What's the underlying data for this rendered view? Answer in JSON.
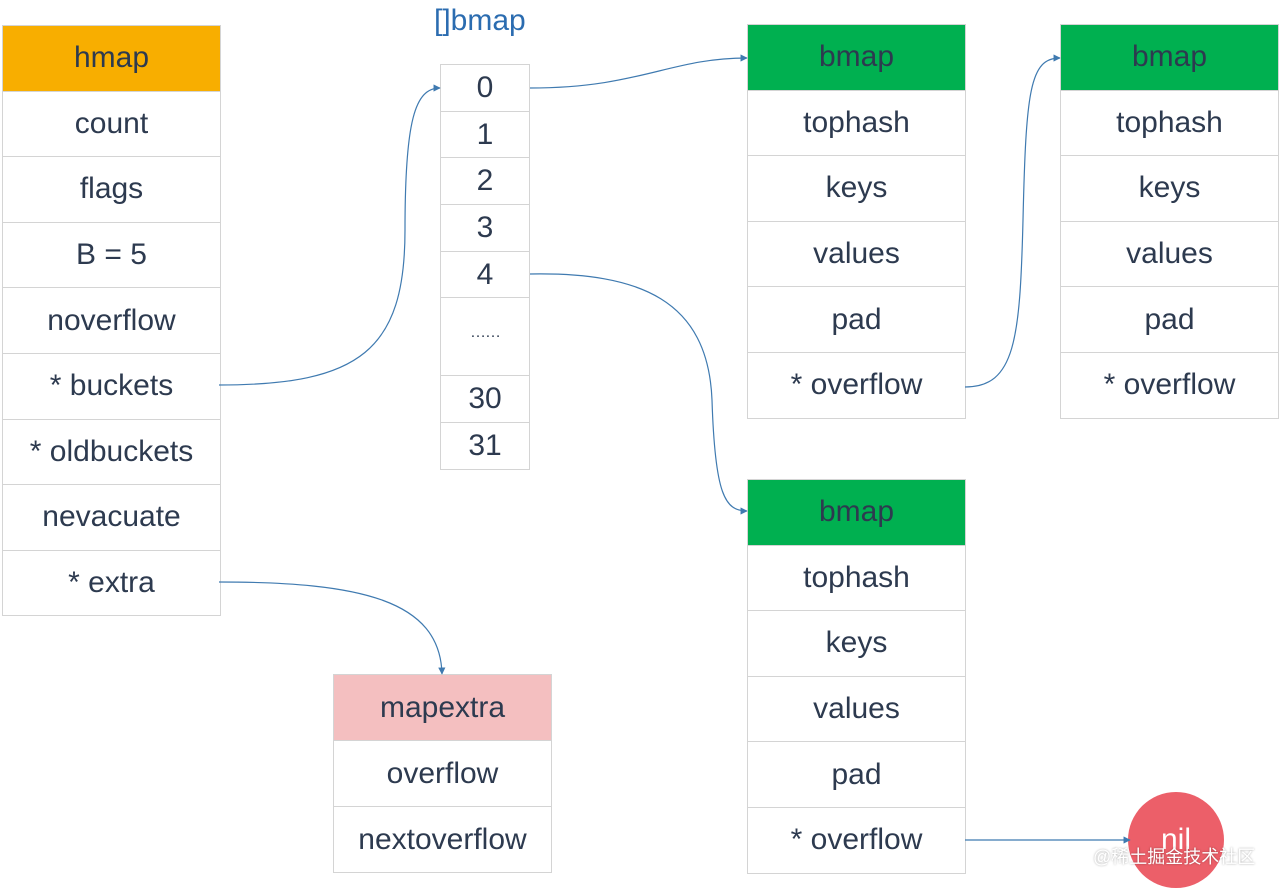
{
  "colors": {
    "hmap_header": "#f8ae00",
    "bmap_header": "#00b050",
    "mapextra_header": "#f4bfc0",
    "array_title": "#2b6cb0",
    "connector": "#3f7ab0",
    "nil_circle": "#ec5f69",
    "text": "#2d3a4f"
  },
  "hmap": {
    "header": "hmap",
    "fields": [
      "count",
      "flags",
      "B = 5",
      "noverflow",
      "* buckets",
      "* oldbuckets",
      "nevacuate",
      "* extra"
    ]
  },
  "bucket_array": {
    "title": "[]bmap",
    "slots": [
      "0",
      "1",
      "2",
      "3",
      "4",
      "……",
      "30",
      "31"
    ]
  },
  "bmap_top_left": {
    "header": "bmap",
    "fields": [
      "tophash",
      "keys",
      "values",
      "pad",
      "* overflow"
    ]
  },
  "bmap_top_right": {
    "header": "bmap",
    "fields": [
      "tophash",
      "keys",
      "values",
      "pad",
      "* overflow"
    ]
  },
  "bmap_bottom": {
    "header": "bmap",
    "fields": [
      "tophash",
      "keys",
      "values",
      "pad",
      "* overflow"
    ]
  },
  "mapextra": {
    "header": "mapextra",
    "fields": [
      "overflow",
      "nextoverflow"
    ]
  },
  "nil_node": {
    "label": "nil"
  },
  "watermark": "@稀土掘金技术社区",
  "icons": {
    "arrowhead": "arrowhead-icon"
  }
}
